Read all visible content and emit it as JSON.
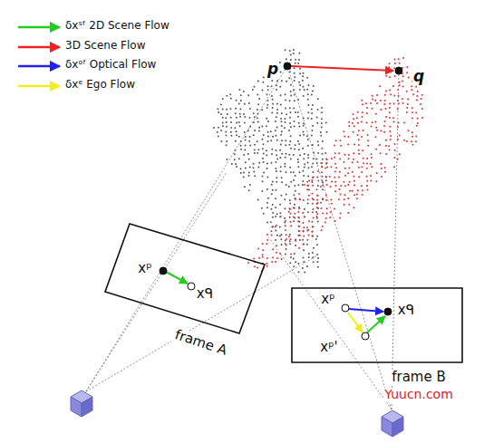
{
  "diagram": {
    "nodes": [
      {
        "text": [
          "frame A"
        ]
      },
      {
        "text": [
          "frame B"
        ]
      }
    ],
    "labels": [
      "p",
      "q",
      "xᵖ",
      "xᑫ",
      "xᵖ",
      "xᑫ",
      "xᵖ'",
      "Yuucn.com"
    ],
    "legend": [
      {
        "text": "δxˢᶠ 2D Scene Flow"
      },
      {
        "text": "3D Scene Flow"
      },
      {
        "text": "δxᵒᶠ Optical Flow"
      },
      {
        "text": "δxᵉ Ego Flow"
      }
    ]
  }
}
